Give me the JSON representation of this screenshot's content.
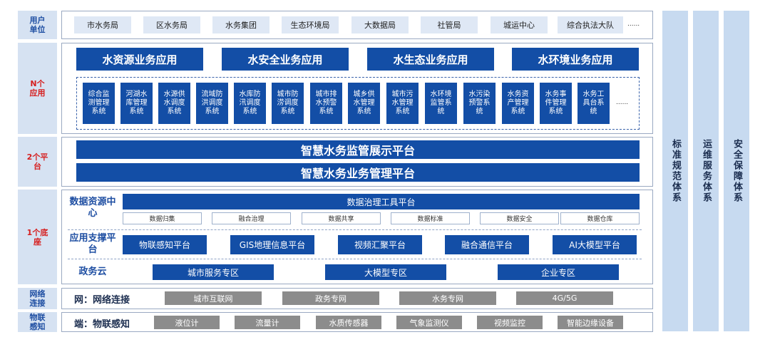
{
  "row_labels": {
    "users": "用户单位",
    "apps": "N个应用",
    "platforms": "2个平台",
    "base": "1个底座",
    "network": "网络连接",
    "iot": "物联感知"
  },
  "users": [
    "市水务局",
    "区水务局",
    "水务集团",
    "生态环境局",
    "大数据局",
    "社管局",
    "城运中心",
    "综合执法大队",
    "......"
  ],
  "app_categories": [
    "水资源业务应用",
    "水安全业务应用",
    "水生态业务应用",
    "水环境业务应用"
  ],
  "app_systems": [
    "综合监测管理系统",
    "河湖水库管理系统",
    "水源供水调度系统",
    "流域防洪调度系统",
    "水库防汛调度系统",
    "城市防涝调度系统",
    "城市排水预警系统",
    "城乡供水管理系统",
    "城市污水管理系统",
    "水环境监管系统",
    "水污染预警系统",
    "水务资产管理系统",
    "水务事件管理系统",
    "水务工具台系统",
    "......"
  ],
  "platforms": [
    "智慧水务监管展示平台",
    "智慧水务业务管理平台"
  ],
  "data_center": {
    "title": "数据资源中心",
    "main": "数据治理工具平台",
    "items": [
      "数据归集",
      "融合治理",
      "数据共享",
      "数据标准",
      "数据安全",
      "数据仓库"
    ]
  },
  "app_support": {
    "title": "应用支撑平台",
    "items": [
      "物联感知平台",
      "GIS地理信息平台",
      "视频汇聚平台",
      "融合通信平台",
      "AI大模型平台"
    ]
  },
  "gov_cloud": {
    "title": "政务云",
    "items": [
      "城市服务专区",
      "大模型专区",
      "企业专区"
    ]
  },
  "network": {
    "title": "网：网络连接",
    "items": [
      "城市互联网",
      "政务专网",
      "水务专网",
      "4G/5G"
    ]
  },
  "iot": {
    "title": "端：物联感知",
    "items": [
      "液位计",
      "流量计",
      "水质传感器",
      "气象监测仪",
      "视频监控",
      "智能边缘设备"
    ]
  },
  "side_systems": [
    "标准规范体系",
    "运维服务体系",
    "安全保障体系"
  ]
}
